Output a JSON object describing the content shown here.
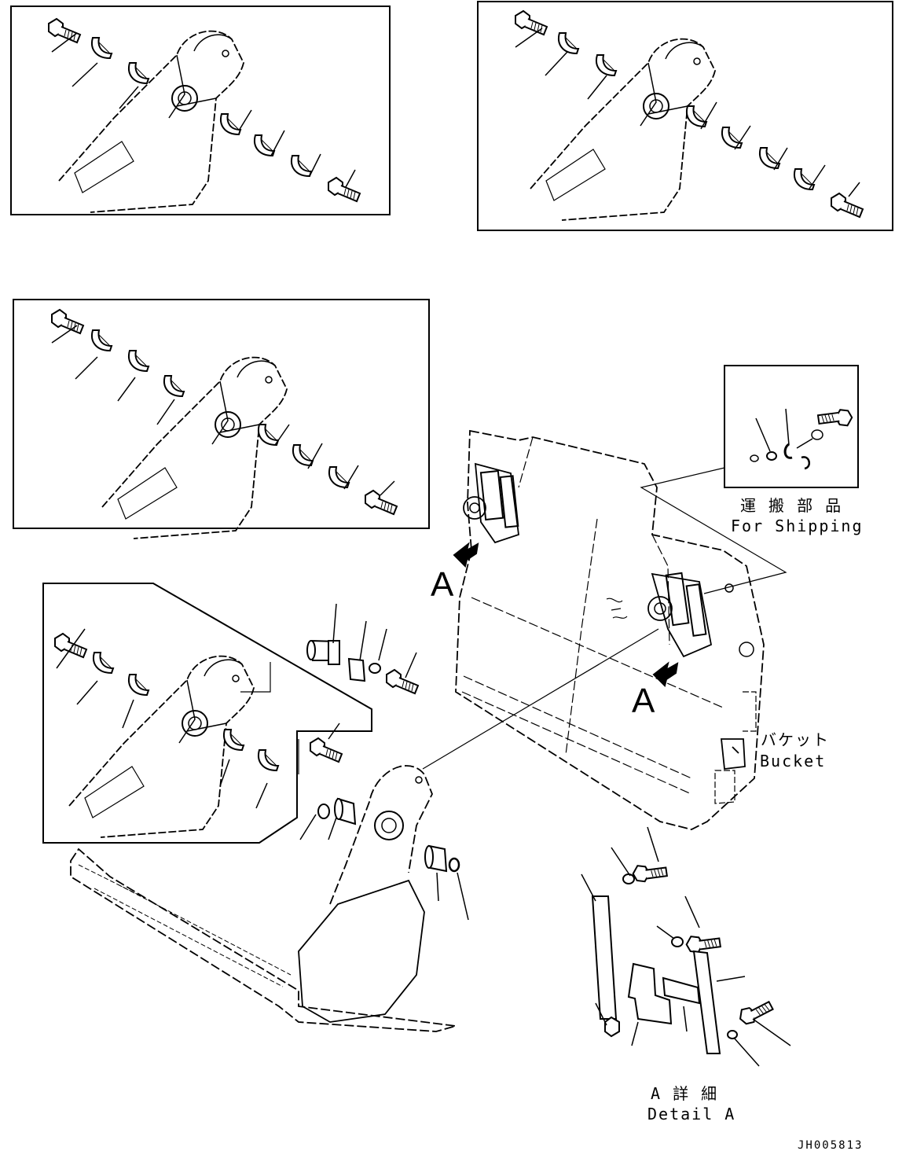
{
  "labels": {
    "view_arrow_1": "A",
    "view_arrow_2": "A",
    "shipping_jp": "運 搬 部 品",
    "shipping_en": "For Shipping",
    "bucket_jp": "バケット",
    "bucket_en": "Bucket",
    "detail_jp": "A 詳 細",
    "detail_en": "Detail A",
    "figure_number": "JH005813"
  }
}
